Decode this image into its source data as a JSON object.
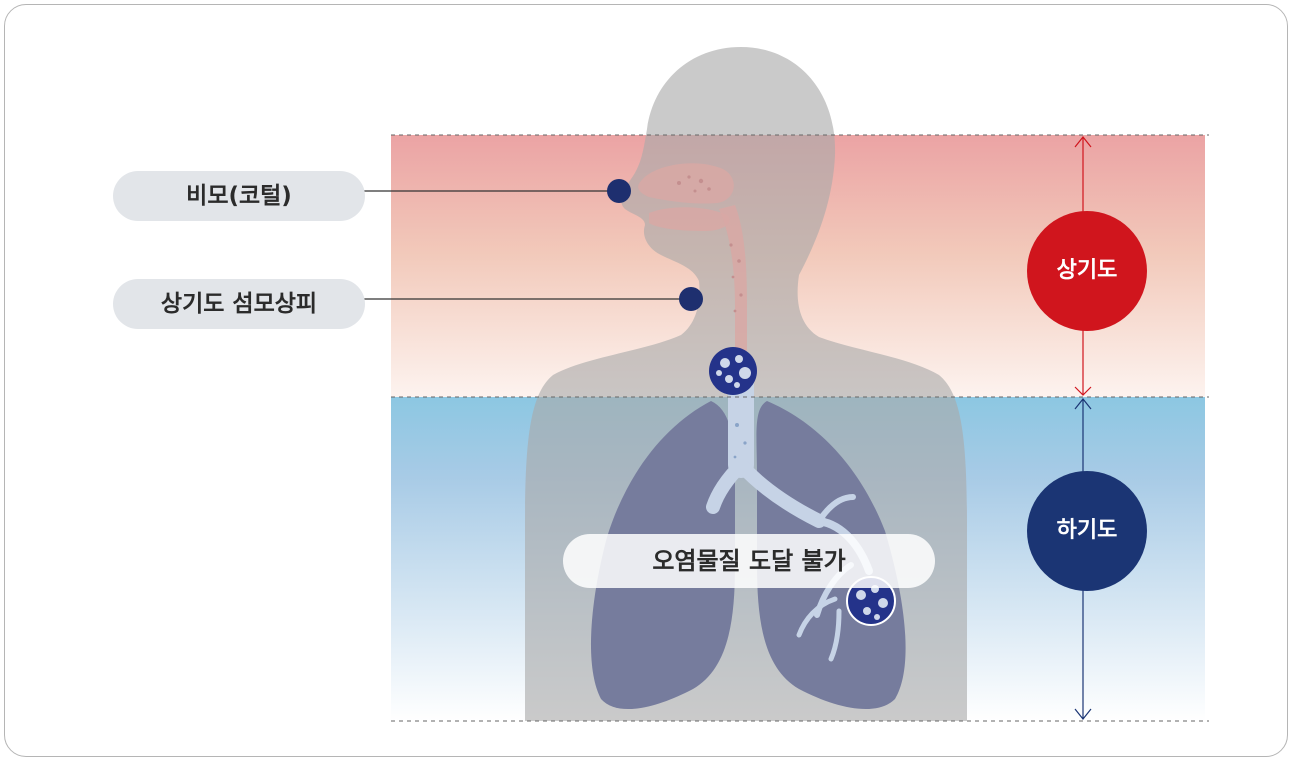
{
  "labels": {
    "nose_hair": "비모(코털)",
    "upper_airway_epithelium": "상기도 섬모상피",
    "upper_airway": "상기도",
    "lower_airway": "하기도",
    "pollutant_blocked": "오염물질 도달 불가"
  },
  "colors": {
    "upper_zone_top": "#eba3a4",
    "lower_zone_top": "#8cc7e2",
    "body_silhouette": "#a9a9a9",
    "lung": "#24338a",
    "upper_circle": "#d0151d",
    "lower_circle": "#1b3574",
    "marker_dot": "#1e2f6f",
    "pill_background": "#e2e5e9"
  }
}
